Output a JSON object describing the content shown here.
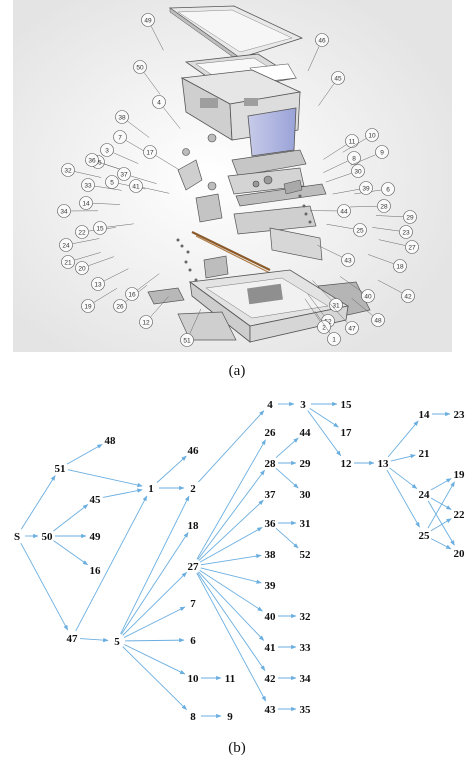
{
  "panel_a": {
    "caption": "(a)",
    "callouts": [
      "49",
      "50",
      "46",
      "45",
      "4",
      "38",
      "7",
      "17",
      "3",
      "35",
      "36",
      "32",
      "33",
      "14",
      "34",
      "24",
      "22",
      "21",
      "20",
      "13",
      "19",
      "26",
      "12",
      "5",
      "51",
      "11",
      "10",
      "8",
      "9",
      "30",
      "6",
      "44",
      "28",
      "29",
      "25",
      "23",
      "27",
      "18",
      "42",
      "40",
      "52",
      "31",
      "2",
      "1",
      "47",
      "48",
      "43",
      "41",
      "37",
      "39",
      "15",
      "16"
    ]
  },
  "panel_b": {
    "caption": "(b)",
    "nodes": [
      {
        "id": "S",
        "label": "S"
      },
      {
        "id": "51",
        "label": "51"
      },
      {
        "id": "48",
        "label": "48"
      },
      {
        "id": "50",
        "label": "50"
      },
      {
        "id": "45",
        "label": "45"
      },
      {
        "id": "49",
        "label": "49"
      },
      {
        "id": "16",
        "label": "16"
      },
      {
        "id": "47",
        "label": "47"
      },
      {
        "id": "1",
        "label": "1"
      },
      {
        "id": "5",
        "label": "5"
      },
      {
        "id": "46",
        "label": "46"
      },
      {
        "id": "2",
        "label": "2"
      },
      {
        "id": "18",
        "label": "18"
      },
      {
        "id": "27",
        "label": "27"
      },
      {
        "id": "7",
        "label": "7"
      },
      {
        "id": "6",
        "label": "6"
      },
      {
        "id": "10",
        "label": "10"
      },
      {
        "id": "11",
        "label": "11"
      },
      {
        "id": "8",
        "label": "8"
      },
      {
        "id": "9",
        "label": "9"
      },
      {
        "id": "4",
        "label": "4"
      },
      {
        "id": "3",
        "label": "3"
      },
      {
        "id": "15",
        "label": "15"
      },
      {
        "id": "17",
        "label": "17"
      },
      {
        "id": "12",
        "label": "12"
      },
      {
        "id": "13",
        "label": "13"
      },
      {
        "id": "14",
        "label": "14"
      },
      {
        "id": "23",
        "label": "23"
      },
      {
        "id": "21",
        "label": "21"
      },
      {
        "id": "24",
        "label": "24"
      },
      {
        "id": "25",
        "label": "25"
      },
      {
        "id": "19",
        "label": "19"
      },
      {
        "id": "22",
        "label": "22"
      },
      {
        "id": "20",
        "label": "20"
      },
      {
        "id": "26",
        "label": "26"
      },
      {
        "id": "28",
        "label": "28"
      },
      {
        "id": "44",
        "label": "44"
      },
      {
        "id": "29",
        "label": "29"
      },
      {
        "id": "30",
        "label": "30"
      },
      {
        "id": "37",
        "label": "37"
      },
      {
        "id": "36",
        "label": "36"
      },
      {
        "id": "31",
        "label": "31"
      },
      {
        "id": "52",
        "label": "52"
      },
      {
        "id": "38",
        "label": "38"
      },
      {
        "id": "39",
        "label": "39"
      },
      {
        "id": "40",
        "label": "40"
      },
      {
        "id": "32",
        "label": "32"
      },
      {
        "id": "41",
        "label": "41"
      },
      {
        "id": "33",
        "label": "33"
      },
      {
        "id": "42",
        "label": "42"
      },
      {
        "id": "34",
        "label": "34"
      },
      {
        "id": "43",
        "label": "43"
      },
      {
        "id": "35",
        "label": "35"
      }
    ],
    "edges": [
      [
        "S",
        "51"
      ],
      [
        "S",
        "50"
      ],
      [
        "S",
        "47"
      ],
      [
        "51",
        "48"
      ],
      [
        "51",
        "1"
      ],
      [
        "50",
        "45"
      ],
      [
        "50",
        "49"
      ],
      [
        "50",
        "16"
      ],
      [
        "45",
        "1"
      ],
      [
        "47",
        "1"
      ],
      [
        "47",
        "5"
      ],
      [
        "1",
        "46"
      ],
      [
        "1",
        "2"
      ],
      [
        "2",
        "4"
      ],
      [
        "4",
        "3"
      ],
      [
        "3",
        "15"
      ],
      [
        "3",
        "17"
      ],
      [
        "3",
        "12"
      ],
      [
        "12",
        "13"
      ],
      [
        "13",
        "14"
      ],
      [
        "13",
        "21"
      ],
      [
        "13",
        "24"
      ],
      [
        "13",
        "25"
      ],
      [
        "14",
        "23"
      ],
      [
        "24",
        "19"
      ],
      [
        "24",
        "22"
      ],
      [
        "24",
        "20"
      ],
      [
        "25",
        "19"
      ],
      [
        "25",
        "22"
      ],
      [
        "25",
        "20"
      ],
      [
        "5",
        "2"
      ],
      [
        "5",
        "18"
      ],
      [
        "5",
        "27"
      ],
      [
        "5",
        "7"
      ],
      [
        "5",
        "6"
      ],
      [
        "5",
        "10"
      ],
      [
        "5",
        "8"
      ],
      [
        "10",
        "11"
      ],
      [
        "8",
        "9"
      ],
      [
        "27",
        "26"
      ],
      [
        "27",
        "28"
      ],
      [
        "27",
        "37"
      ],
      [
        "27",
        "36"
      ],
      [
        "27",
        "38"
      ],
      [
        "27",
        "39"
      ],
      [
        "27",
        "40"
      ],
      [
        "27",
        "41"
      ],
      [
        "27",
        "42"
      ],
      [
        "27",
        "43"
      ],
      [
        "28",
        "44"
      ],
      [
        "28",
        "29"
      ],
      [
        "28",
        "30"
      ],
      [
        "36",
        "31"
      ],
      [
        "36",
        "52"
      ],
      [
        "40",
        "32"
      ],
      [
        "41",
        "33"
      ],
      [
        "42",
        "34"
      ],
      [
        "43",
        "35"
      ]
    ]
  }
}
